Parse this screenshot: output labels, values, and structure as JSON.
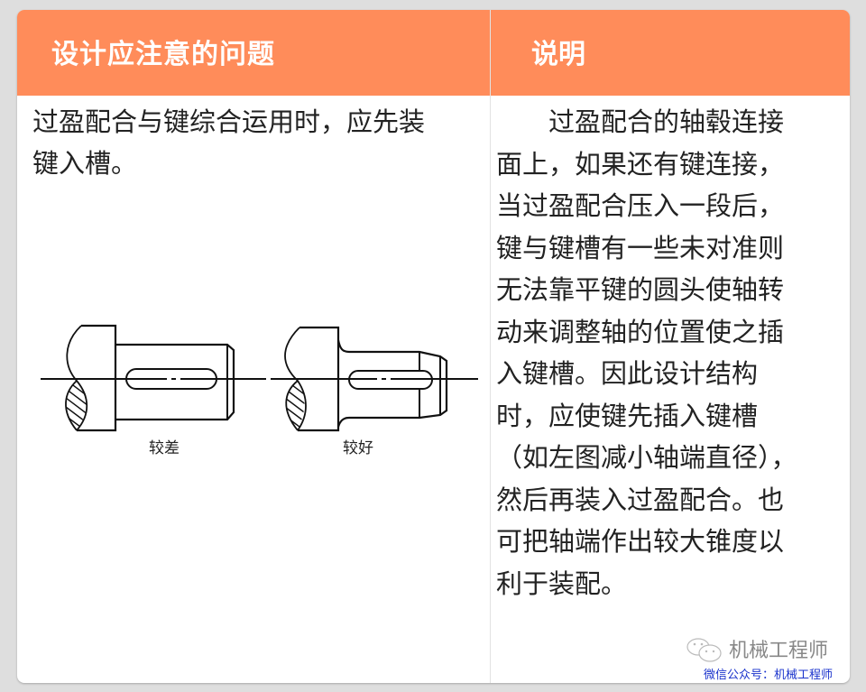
{
  "table": {
    "headers": [
      "设计应注意的问题",
      "说明"
    ],
    "header_color": "#ff8c5a",
    "row": {
      "issue": "过盈配合与键综合运用时，应先装键入槽。",
      "figures": [
        {
          "label": "较差",
          "icon": "shaft-with-key-poor-design"
        },
        {
          "label": "较好",
          "icon": "shaft-with-key-better-design"
        }
      ],
      "description": "过盈配合的轴毂连接面上，如果还有键连接，当过盈配合压入一段后，键与键槽有一些未对准则无法靠平键的圆头使轴转动来调整轴的位置使之插入键槽。因此设计结构时，应使键先插入键槽（如左图减小轴端直径），然后再装入过盈配合。也可把轴端作出较大锥度以利于装配。"
    }
  },
  "watermark": {
    "icon": "wechat-icon",
    "name": "机械工程师",
    "subtitle": "微信公众号：机械工程师",
    "subtitle_color": "#1a33cc"
  }
}
